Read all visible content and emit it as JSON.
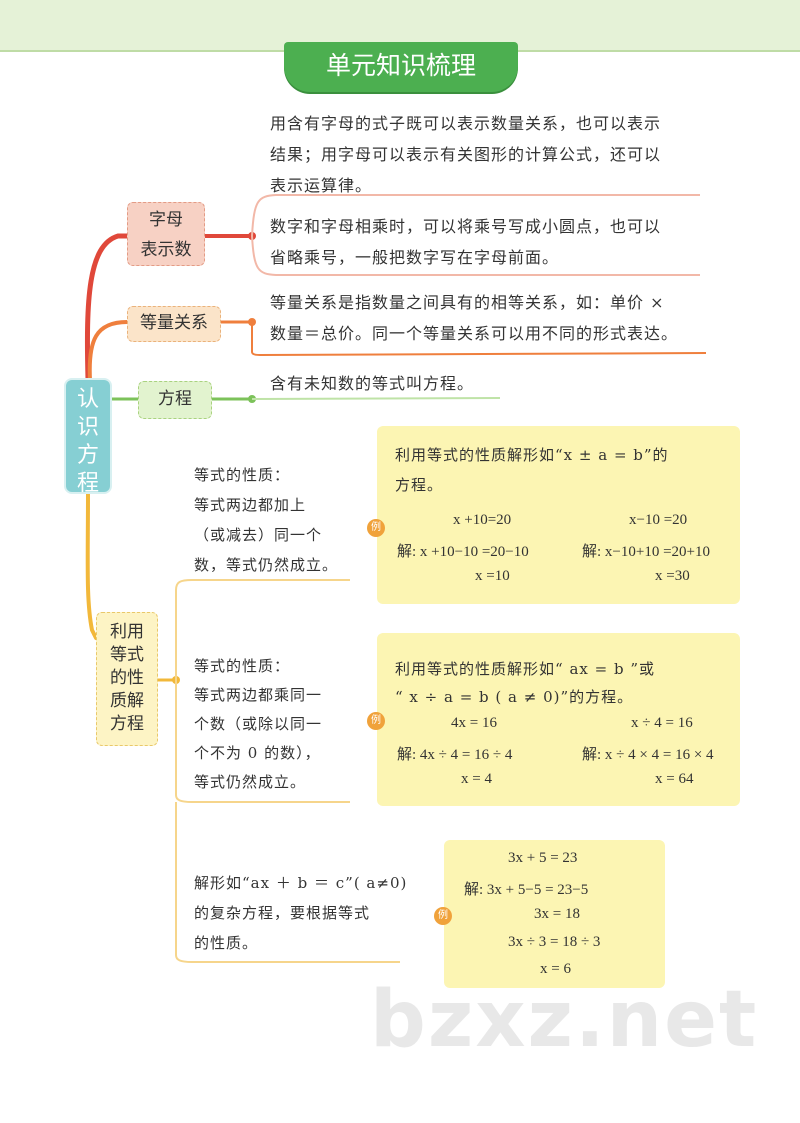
{
  "header": {
    "title": "单元知识梳理"
  },
  "root": {
    "label": "认识方程"
  },
  "branches": {
    "zimu": {
      "label_line1": "字母",
      "label_line2": "表示数",
      "text1": [
        "用含有字母的式子既可以表示数量关系，也可以表示",
        "结果；用字母可以表示有关图形的计算公式，还可以",
        "表示运算律。"
      ],
      "text2": [
        "数字和字母相乘时，可以将乘号写成小圆点，也可以",
        "省略乘号，一般把数字写在字母前面。"
      ]
    },
    "dengliang": {
      "label": "等量关系",
      "text": [
        "等量关系是指数量之间具有的相等关系，如：单价 ×",
        "数量＝总价。同一个等量关系可以用不同的形式表达。"
      ]
    },
    "fangcheng": {
      "label": "方程",
      "text": "含有未知数的等式叫方程。"
    },
    "jiefangcheng": {
      "label_lines": [
        "利用",
        "等式",
        "的性",
        "质解",
        "方程"
      ],
      "prop1": [
        "等式的性质：",
        "等式两边都加上",
        "（或减去）同一个",
        "数，等式仍然成立。"
      ],
      "prop2": [
        "等式的性质：",
        "等式两边都乘同一",
        "个数（或除以同一",
        "个不为 0 的数），",
        "等式仍然成立。"
      ],
      "prop3": [
        "解形如“ax ＋ b ＝ c”( a≠0)",
        "的复杂方程，要根据等式",
        "的性质。"
      ]
    }
  },
  "examples": {
    "badge": "例",
    "ex1": {
      "intro": [
        "利用等式的性质解形如“x ± a = b”的",
        "方程。"
      ],
      "left": [
        "x +10=20",
        "解: x +10−10 =20−10",
        "x =10"
      ],
      "right": [
        "x−10 =20",
        "解: x−10+10 =20+10",
        "x =30"
      ]
    },
    "ex2": {
      "intro": [
        "利用等式的性质解形如“ ax = b ”或",
        "“ x ÷ a = b ( a ≠ 0)”的方程。"
      ],
      "left": [
        "4x = 16",
        "解: 4x ÷ 4 = 16 ÷ 4",
        "x = 4"
      ],
      "right": [
        "x ÷ 4 = 16",
        "解: x ÷ 4 × 4 = 16 × 4",
        "x = 64"
      ]
    },
    "ex3": {
      "lines": [
        "3x + 5 = 23",
        "解: 3x + 5−5 = 23−5",
        "3x = 18",
        "3x ÷ 3 = 18 ÷ 3",
        "x = 6"
      ]
    }
  },
  "watermark": "bzxz.net",
  "colors": {
    "banner": "#4caf50",
    "root": "#86cfd3",
    "red_branch": "#e0483a",
    "orange_branch": "#ef7f3d",
    "green_branch": "#7cc25a",
    "yellow_branch": "#f2b83a",
    "example_bg": "#fcf5b3"
  }
}
